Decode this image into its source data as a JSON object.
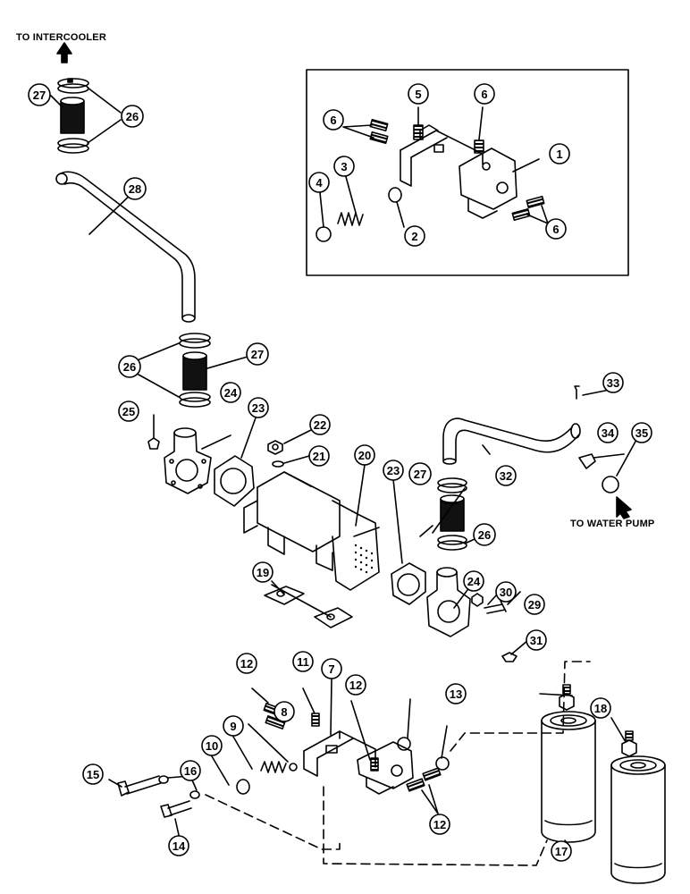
{
  "labels": {
    "to_intercooler": "TO INTERCOOLER",
    "to_water_pump": "TO WATER PUMP"
  },
  "callouts": [
    "1",
    "2",
    "3",
    "4",
    "5",
    "6",
    "6",
    "6",
    "7",
    "8",
    "9",
    "10",
    "11",
    "12",
    "12",
    "12",
    "13",
    "14",
    "15",
    "16",
    "17",
    "18",
    "19",
    "20",
    "21",
    "22",
    "23",
    "23",
    "24",
    "24",
    "25",
    "26",
    "26",
    "26",
    "27",
    "27",
    "27",
    "28",
    "29",
    "30",
    "31",
    "32",
    "33",
    "34",
    "35"
  ],
  "colors": {
    "ink": "#000000",
    "paper": "#ffffff",
    "fill_dark": "#111111"
  }
}
